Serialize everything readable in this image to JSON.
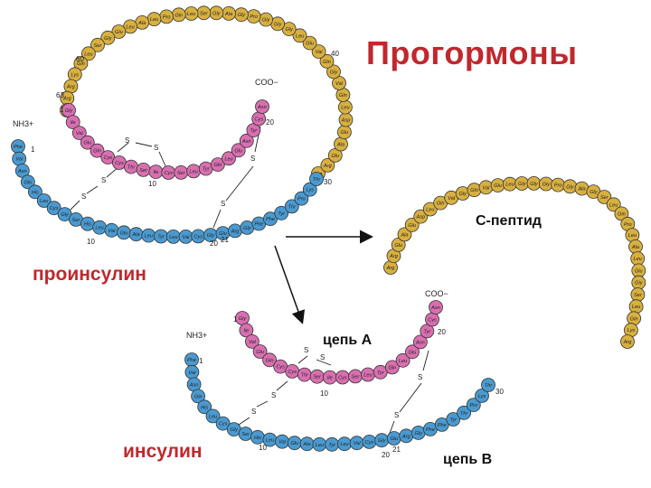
{
  "title": "Прогормоны",
  "labels": {
    "proinsulin": "проинсулин",
    "insulin": "инсулин",
    "c_peptide": "С-пептид",
    "chain_a": "цепь А",
    "chain_b": "цепь В"
  },
  "colors": {
    "title": "#c0282d",
    "a_chain": "#d86fb0",
    "b_chain": "#4a9ad0",
    "c_peptide": "#d8b040",
    "bead_stroke": "#333333"
  },
  "residues": {
    "a_chain": [
      "Gly",
      "Ile",
      "Val",
      "Glu",
      "Gln",
      "Cys",
      "Cys",
      "Thr",
      "Ser",
      "Ile",
      "Cys",
      "Ser",
      "Leu",
      "Tyr",
      "Gln",
      "Leu",
      "Glu",
      "Asn",
      "Tyr",
      "Cys",
      "Asn"
    ],
    "b_chain": [
      "Phe",
      "Val",
      "Asn",
      "Gln",
      "His",
      "Leu",
      "Cys",
      "Gly",
      "Ser",
      "His",
      "Leu",
      "Val",
      "Glu",
      "Ala",
      "Leu",
      "Tyr",
      "Leu",
      "Val",
      "Cys",
      "Gly",
      "Glu",
      "Arg",
      "Gly",
      "Phe",
      "Phe",
      "Tyr",
      "Thr",
      "Pro",
      "Lys",
      "Thr"
    ],
    "c_peptide": [
      "Arg",
      "Arg",
      "Glu",
      "Ala",
      "Glu",
      "Asp",
      "Leu",
      "Gln",
      "Val",
      "Gly",
      "Gln",
      "Val",
      "Glu",
      "Leu",
      "Gly",
      "Gly",
      "Gly",
      "Pro",
      "Gly",
      "Ala",
      "Gly",
      "Ser",
      "Leu",
      "Gln",
      "Pro",
      "Leu",
      "Ala",
      "Leu",
      "Glu",
      "Gly",
      "Ser",
      "Leu",
      "Gln",
      "Lys",
      "Arg"
    ]
  },
  "annotations": {
    "nh3": "NH3+",
    "coo": "COO−",
    "num_1": "1",
    "num_10": "10",
    "num_20": "20",
    "num_21": "21",
    "num_30": "30",
    "num_40": "40",
    "num_60": "60",
    "num_63": "63",
    "s": "S"
  }
}
